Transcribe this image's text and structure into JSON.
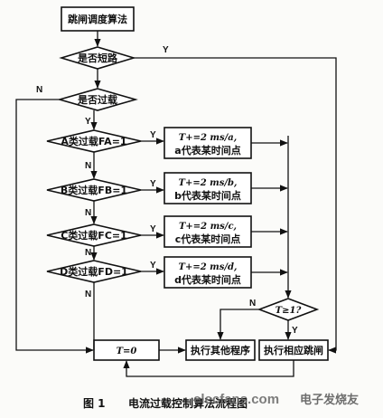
{
  "nodes": {
    "start": "跳闸调度算法",
    "short_check": "是否短路",
    "overload_check": "是否过载",
    "fa_check": "A类过载FA=1",
    "fb_check": "B类过载FB=1",
    "fc_check": "C类过载FC=1",
    "fd_check": "D类过载FD=1",
    "a_box": {
      "line1": "T+=2 ms/a,",
      "line2": "a代表某时间点"
    },
    "b_box": {
      "line1": "T+=2 ms/b,",
      "line2": "b代表某时间点"
    },
    "c_box": {
      "line1": "T+=2 ms/c,",
      "line2": "c代表某时间点"
    },
    "d_box": {
      "line1": "T+=2 ms/d,",
      "line2": "d代表某时间点"
    },
    "t_check": "T≥1?",
    "t_reset": "T=0",
    "other_program": "执行其他程序",
    "trip_action": "执行相应跳闸"
  },
  "labels": {
    "yes": "Y",
    "no": "N"
  },
  "caption": {
    "figure": "图 1",
    "title": "电流过载控制算法流程图"
  },
  "watermark": {
    "site": "elecfans.com",
    "brand": "电子发烧友"
  }
}
